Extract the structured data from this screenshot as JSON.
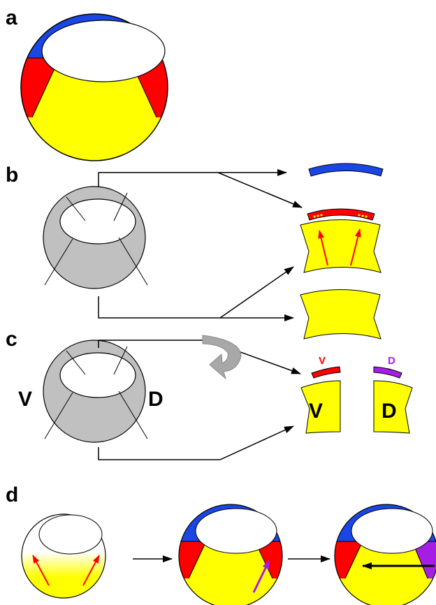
{
  "panels": {
    "a": {
      "label": "a"
    },
    "b": {
      "label": "b"
    },
    "c": {
      "label": "c",
      "left_label": "V",
      "right_label": "D",
      "explant_v_big": "V",
      "explant_d_big": "D",
      "strip_v_label": "V",
      "strip_d_label": "D"
    },
    "d": {
      "label": "d"
    }
  },
  "colors": {
    "blue": "#1a46e6",
    "red": "#ff0000",
    "yellow": "#ffff00",
    "gray": "#c0c0c0",
    "purple": "#a61ee6",
    "arrow": "#000000"
  }
}
